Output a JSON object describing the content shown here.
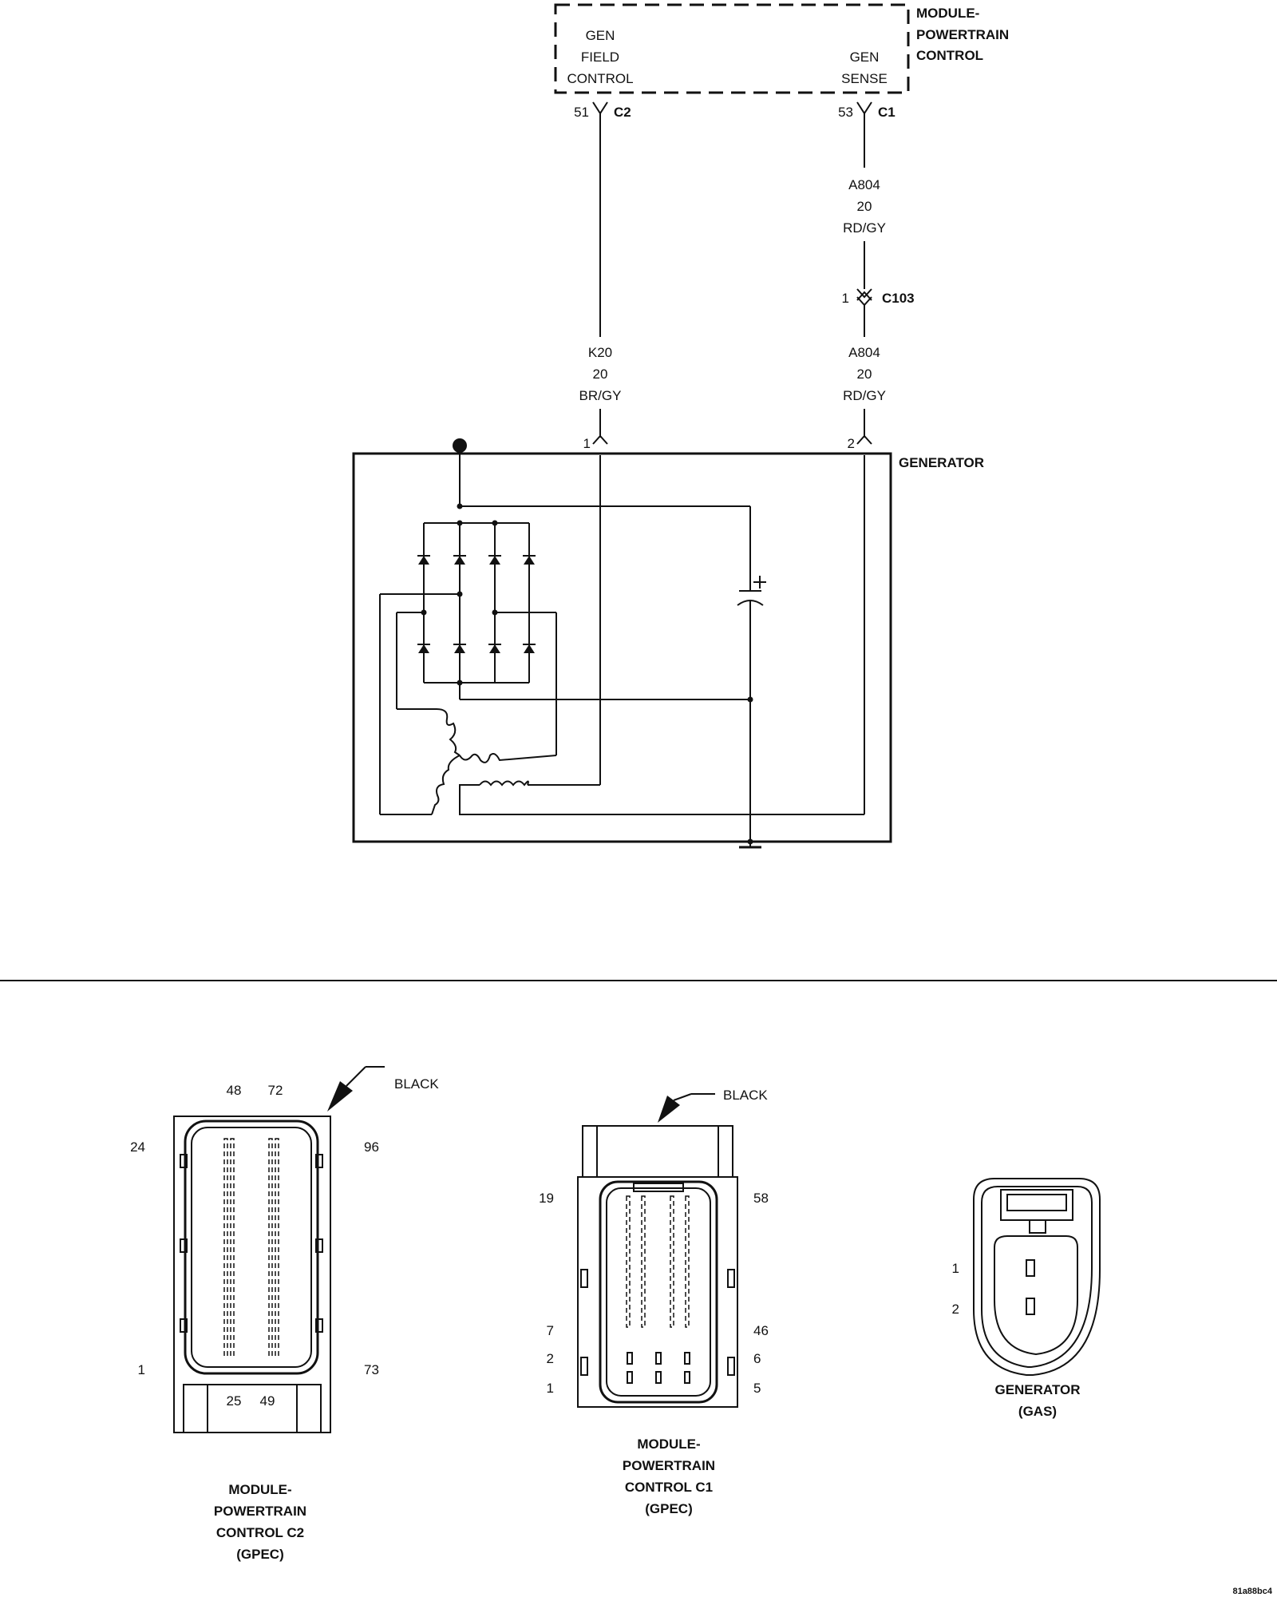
{
  "pcm": {
    "title_lines": [
      "MODULE-",
      "POWERTRAIN",
      "CONTROL"
    ],
    "gen_field_control_lines": [
      "GEN",
      "FIELD",
      "CONTROL"
    ],
    "gen_sense_lines": [
      "GEN",
      "SENSE"
    ],
    "pin_c2": "51",
    "conn_c2": "C2",
    "pin_c1": "53",
    "conn_c1": "C1"
  },
  "wires": {
    "a804_upper": [
      "A804",
      "20",
      "RD/GY"
    ],
    "a804_lower": [
      "A804",
      "20",
      "RD/GY"
    ],
    "k20": [
      "K20",
      "20",
      "BR/GY"
    ]
  },
  "inline_connector": {
    "pin": "1",
    "name": "C103"
  },
  "generator": {
    "title": "GENERATOR",
    "pin_field": "1",
    "pin_sense": "2"
  },
  "connector_views": {
    "c2": {
      "color_label": "BLACK",
      "pins": {
        "top_left": "48",
        "top_right": "72",
        "upper_left": "24",
        "upper_right": "96",
        "lower_left": "1",
        "lower_right": "73",
        "bottom_left": "25",
        "bottom_right": "49"
      },
      "title_lines": [
        "MODULE-",
        "POWERTRAIN",
        "CONTROL C2",
        "(GPEC)"
      ]
    },
    "c1": {
      "color_label": "BLACK",
      "pins": {
        "p19": "19",
        "p58": "58",
        "p7": "7",
        "p46": "46",
        "p2": "2",
        "p6": "6",
        "p1": "1",
        "p5": "5"
      },
      "title_lines": [
        "MODULE-",
        "POWERTRAIN",
        "CONTROL C1",
        "(GPEC)"
      ]
    },
    "generator": {
      "pins": {
        "p1": "1",
        "p2": "2"
      },
      "title_lines": [
        "GENERATOR",
        "(GAS)"
      ]
    }
  },
  "figure_id": "81a88bc4"
}
